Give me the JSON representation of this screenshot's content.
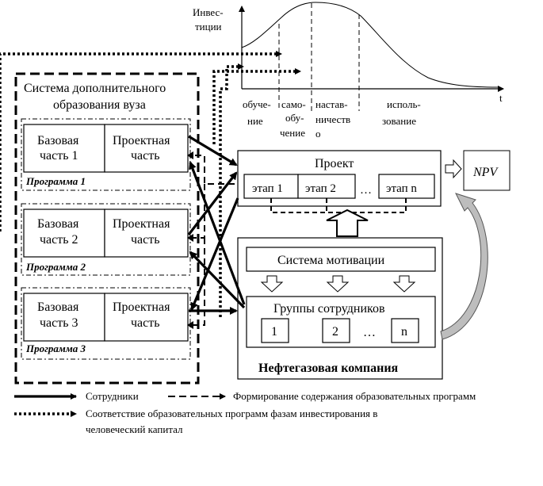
{
  "curve": {
    "ylabel_line1": "Инвес-",
    "ylabel_line2": "тиции",
    "taxis": "t",
    "phases": [
      {
        "l1": "обуче-",
        "l2": "ние"
      },
      {
        "l1": "само-",
        "l2": "обу-",
        "l3": "чение"
      },
      {
        "l1": "настав-",
        "l2": "ничеств",
        "l3": "о"
      },
      {
        "l1": "исполь-",
        "l2": "зование"
      }
    ]
  },
  "system": {
    "title_line1": "Система дополнительного",
    "title_line2": "образования вуза",
    "programs": [
      {
        "base_l1": "Базовая",
        "base_l2": "часть 1",
        "proj_l1": "Проектная",
        "proj_l2": "часть",
        "caption": "Программа 1"
      },
      {
        "base_l1": "Базовая",
        "base_l2": "часть 2",
        "proj_l1": "Проектная",
        "proj_l2": "часть",
        "caption": "Программа 2"
      },
      {
        "base_l1": "Базовая",
        "base_l2": "часть 3",
        "proj_l1": "Проектная",
        "proj_l2": "часть",
        "caption": "Программа 3"
      }
    ]
  },
  "project": {
    "title": "Проект",
    "stages": [
      "этап 1",
      "этап 2",
      "…",
      "этап n"
    ],
    "npv": "NPV"
  },
  "company": {
    "motivation": "Система мотивации",
    "groups_title": "Группы сотрудников",
    "groups": [
      "1",
      "2",
      "…",
      "n"
    ],
    "name": "Нефтегазовая компания"
  },
  "legend": {
    "employees": "Сотрудники",
    "content_formation": "Формирование содержания образовательных программ",
    "correspondence_l1": "Соответствие образовательных программ фазам инвестирования в",
    "correspondence_l2": "человеческий капитал"
  }
}
